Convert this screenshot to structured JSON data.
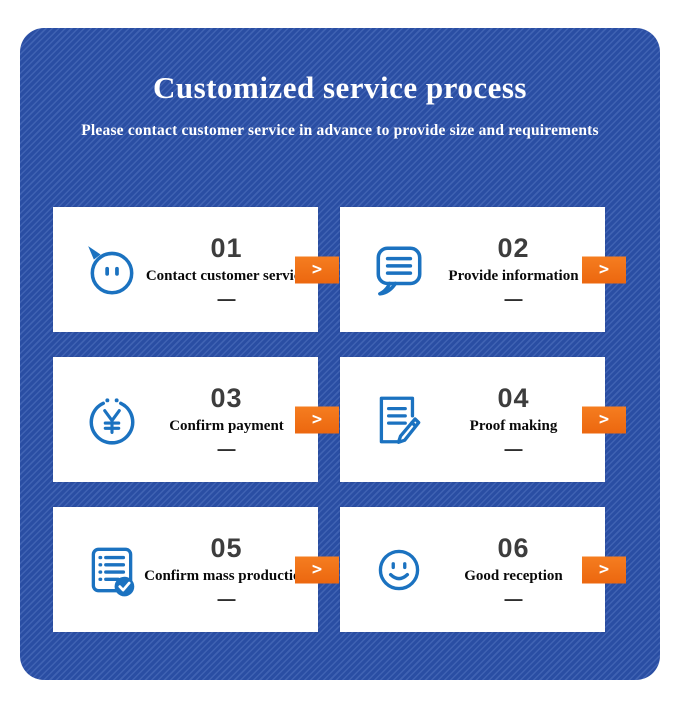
{
  "title": "Customized service process",
  "subtitle": "Please contact customer service in advance to provide size and requirements",
  "arrow_glyph": ">",
  "dash_glyph": "—",
  "colors": {
    "panel_blue": "#2c52ab",
    "icon_blue": "#1b72c0",
    "accent_orange": "#f0701a",
    "number_gray": "#3d3d3d"
  },
  "steps": [
    {
      "number": "01",
      "label": "Contact customer service",
      "icon": "chat-face-icon"
    },
    {
      "number": "02",
      "label": "Provide information",
      "icon": "speech-bubble-lines-icon"
    },
    {
      "number": "03",
      "label": "Confirm payment",
      "icon": "currency-coin-icon"
    },
    {
      "number": "04",
      "label": "Proof making",
      "icon": "document-pencil-icon"
    },
    {
      "number": "05",
      "label": "Confirm mass production",
      "icon": "checklist-check-icon"
    },
    {
      "number": "06",
      "label": "Good reception",
      "icon": "smiley-face-icon"
    }
  ]
}
